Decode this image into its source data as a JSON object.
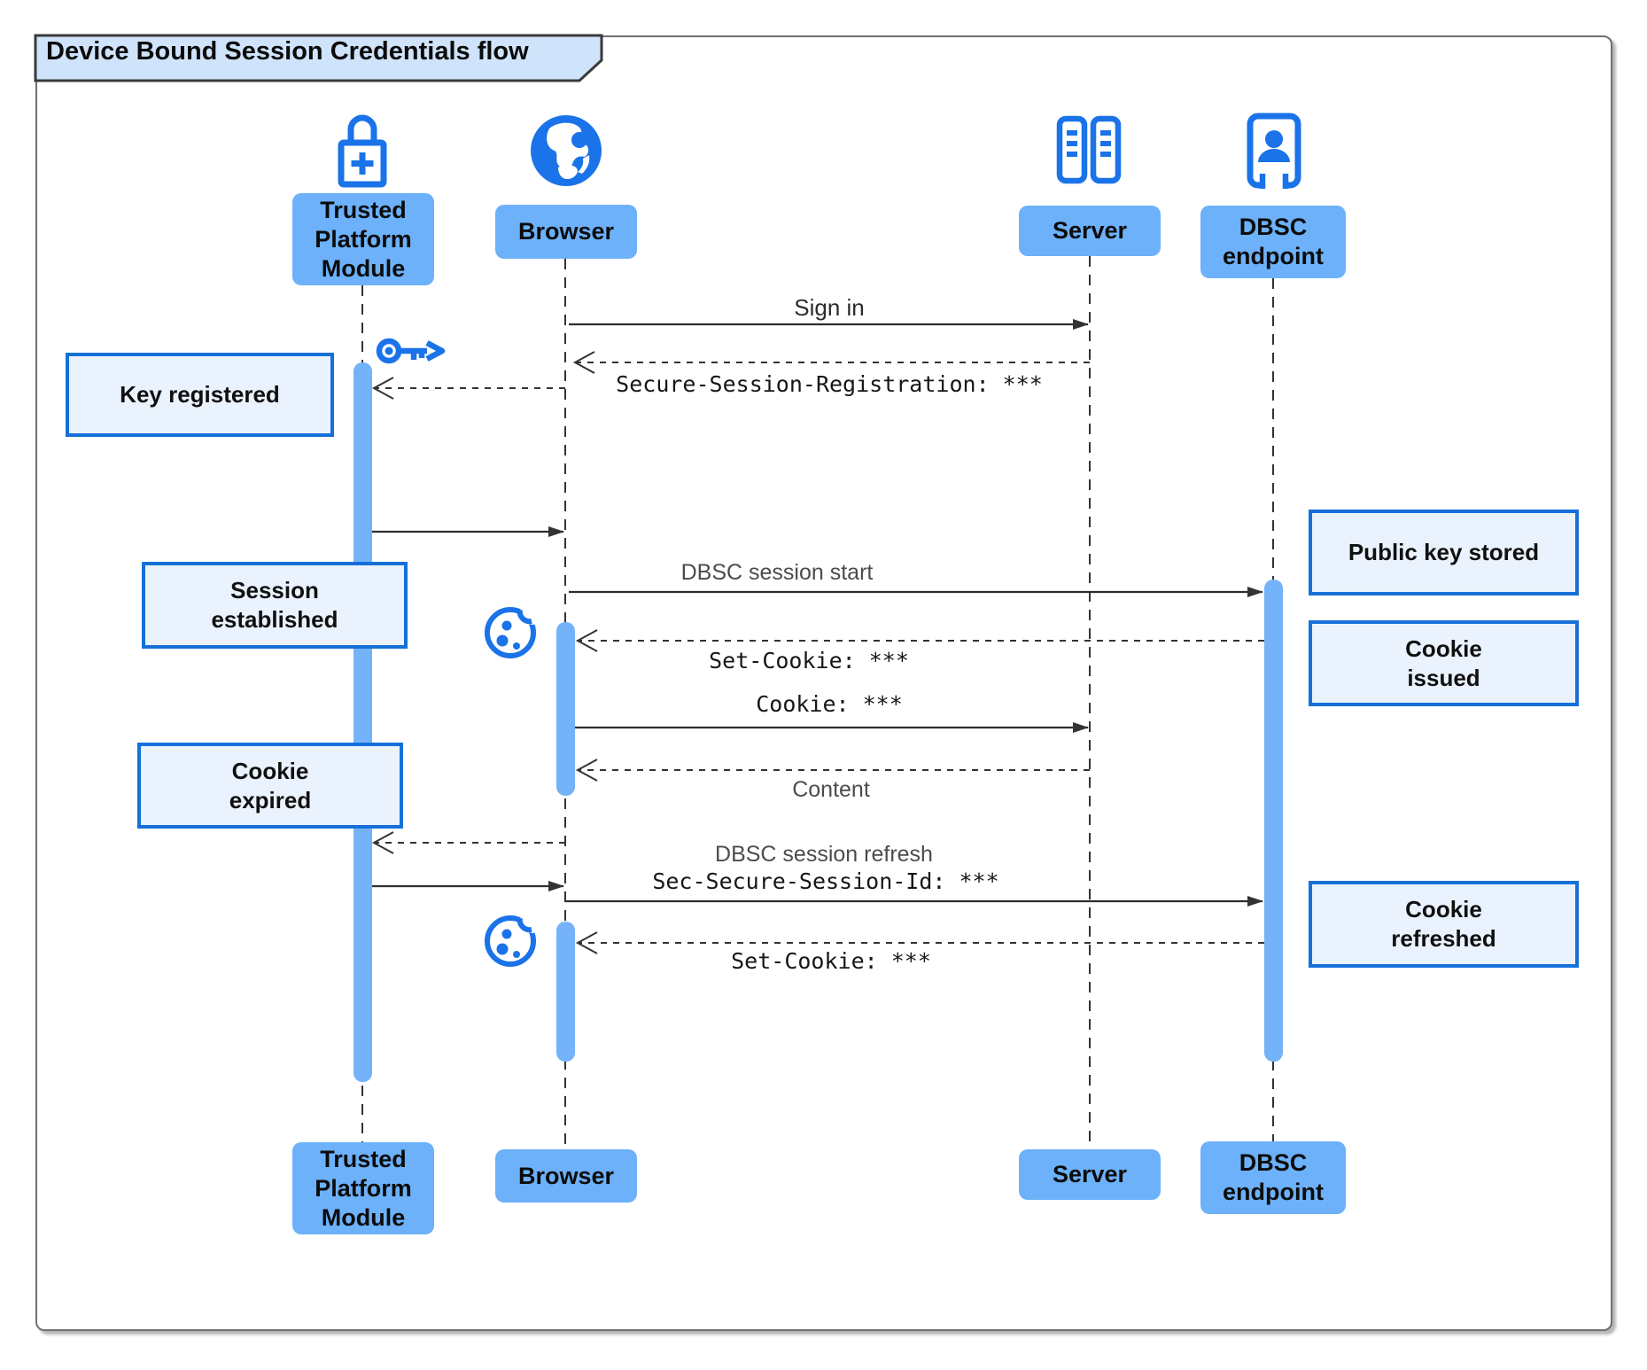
{
  "title": "Device Bound Session Credentials flow",
  "actors": {
    "tpm": "Trusted\nPlatform\nModule",
    "browser": "Browser",
    "server": "Server",
    "dbsc": "DBSC\nendpoint"
  },
  "icons": {
    "tpm": "lock-plus-icon",
    "browser": "globe-icon",
    "server": "server-racks-icon",
    "dbsc": "door-person-icon",
    "key": "key-icon",
    "cookie": "cookie-icon"
  },
  "messages": {
    "sign_in": "Sign in",
    "secure_session_registration": "Secure-Session-Registration: ***",
    "dbsc_session_start": "DBSC session start",
    "set_cookie": "Set-Cookie: ***",
    "cookie": "Cookie: ***",
    "content": "Content",
    "dbsc_session_refresh": "DBSC session refresh",
    "sec_secure_session_id": "Sec-Secure-Session-Id: ***"
  },
  "notes": {
    "key_registered": "Key registered",
    "session_established": "Session\nestablished",
    "cookie_expired": "Cookie\nexpired",
    "public_key_stored": "Public key stored",
    "cookie_issued": "Cookie\nissued",
    "cookie_refreshed": "Cookie\nrefreshed"
  },
  "colors": {
    "icon_blue": "#1a73e8",
    "actor_fill": "#6cb1f9",
    "activation_fill": "#74b3f9",
    "note_fill": "#eaf2fd",
    "note_border": "#1570d8",
    "tab_fill": "#cfe3fa",
    "arrow_color": "#333333"
  }
}
